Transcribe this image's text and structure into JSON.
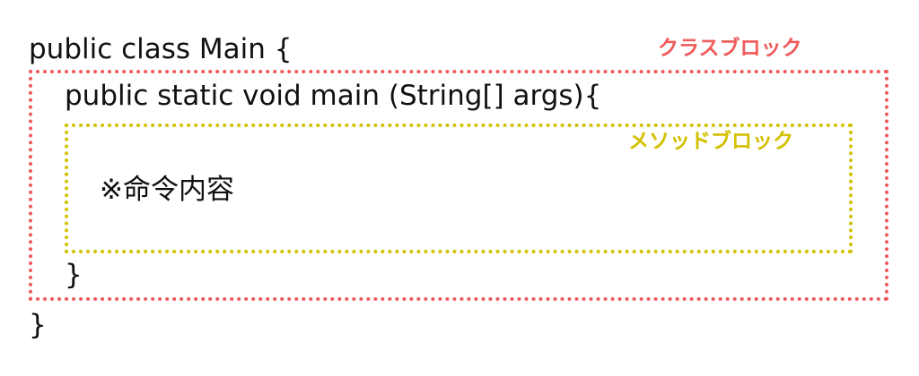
{
  "code": {
    "class_open": "public class Main {",
    "method_open": "public static void main (String[] args){",
    "body": "※命令内容",
    "method_close": "}",
    "class_close": "}"
  },
  "labels": {
    "class_block": "クラスブロック",
    "method_block": "メソッドブロック"
  },
  "colors": {
    "class_block": "#ef5a5a",
    "method_block": "#d3c000",
    "code_text": "#111111"
  }
}
